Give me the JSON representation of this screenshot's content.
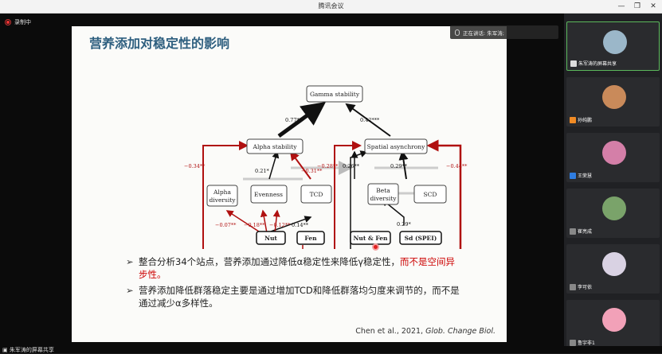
{
  "window": {
    "title": "腾讯会议",
    "minimize": "—",
    "restore": "❐",
    "close": "✕"
  },
  "recording": {
    "label": "录制中"
  },
  "speaker_tag": {
    "label": "正在讲话: 朱军涛;"
  },
  "slide": {
    "title": "营养添加对稳定性的影响",
    "diagram": {
      "nodes": {
        "gamma": "Gamma stability",
        "alpha_stab": "Alpha stability",
        "spatial": "Spatial asynchrony",
        "alpha_div_1": "Alpha",
        "alpha_div_2": "diversity",
        "evenness": "Evenness",
        "tcd": "TCD",
        "beta_div_1": "Beta",
        "beta_div_2": "diversity",
        "scd": "SCD",
        "nut": "Nut",
        "fen": "Fen",
        "nutfen": "Nut & Fen",
        "sd": "Sd (SPEI)"
      },
      "coefs": {
        "c077": "0.77***",
        "c042": "0.42***",
        "c034": "−0.34**",
        "c021": "0.21*",
        "c031": "−0.31**",
        "c028": "−0.28**",
        "c026": "0.26**",
        "c029": "0.29**",
        "c044": "−0.44**",
        "c007": "−0.07**",
        "c018": "−0.18**",
        "c012": "−0.12**",
        "c014": "0.14**",
        "c029b": "0.29*"
      }
    },
    "bullets": [
      {
        "text": "整合分析34个站点，营养添加通过降低α稳定性来降低γ稳定性，",
        "red": "而不是空间异步性。"
      },
      {
        "text": "营养添加降低群落稳定主要是通过增加TCD和降低群落均匀度来调节的，而不是通过减少α多样性。",
        "red": ""
      }
    ],
    "citation": {
      "text": "Chen et al., 2021, ",
      "journal": "Glob. Change Biol."
    }
  },
  "participants": [
    {
      "name": "朱军涛的屏幕共享",
      "color": "#9bb7c9"
    },
    {
      "name": "孙纯鹏",
      "color": "#c98a5a"
    },
    {
      "name": "王荣慧",
      "color": "#d47fa8"
    },
    {
      "name": "崔亮成",
      "color": "#7aa36a"
    },
    {
      "name": "李可依",
      "color": "#d9d2e3"
    },
    {
      "name": "鲁宇非1",
      "color": "#f2a1b8"
    }
  ],
  "bottom": {
    "label": "朱军涛的屏幕共享"
  }
}
